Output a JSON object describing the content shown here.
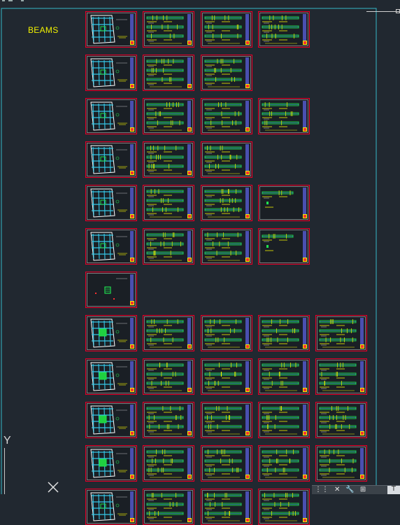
{
  "drawing": {
    "group_label": "BEAMS",
    "axis_label": "Y",
    "colors": {
      "background": "#212830",
      "frame": "#35b8c8",
      "sheet_border": "#e8002a",
      "sheet_fill": "#1a1f25",
      "label": "#f2f200"
    },
    "rows": [
      [
        "plan",
        "detail",
        "detail",
        "detail"
      ],
      [
        "plan",
        "detail",
        "detail"
      ],
      [
        "plan",
        "detail",
        "detail",
        "detail"
      ],
      [
        "plan",
        "detail",
        "detail"
      ],
      [
        "plan",
        "detail",
        "detail",
        "sparse"
      ],
      [
        "plan",
        "detail",
        "detail",
        "sparse"
      ],
      [
        "plan_small"
      ],
      [
        "plan_green",
        "detail",
        "detail",
        "detail",
        "detail"
      ],
      [
        "plan_green",
        "detail",
        "detail",
        "detail",
        "detail"
      ],
      [
        "plan_green",
        "detail",
        "detail",
        "detail",
        "detail"
      ],
      [
        "plan_green",
        "detail",
        "detail",
        "detail",
        "detail"
      ],
      [
        "plan",
        "detail",
        "detail",
        "detail"
      ]
    ]
  },
  "nav_tools": {
    "icons": [
      "grid-icon",
      "close-icon",
      "wrench-icon",
      "pan-icon"
    ],
    "glyphs": [
      "⋮⋮",
      "✕",
      "🔧",
      "⊞"
    ],
    "light_label": "T"
  }
}
